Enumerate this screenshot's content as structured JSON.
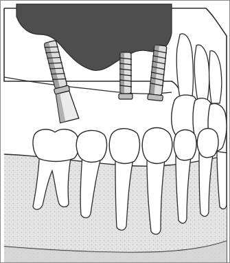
{
  "colors": {
    "background": "#ffffff",
    "line": "#2b2b2b",
    "sinus_fill": "#4e4e4e",
    "implant_body": "#dedede",
    "implant_shade": "#6a6a6a",
    "implant_thread": "#1e1e1e",
    "abutment_fill": "#ececec",
    "jaw_shade": "#d2d2d2",
    "enamel": "#ffffff"
  },
  "figure": {
    "subject": "dental-implant-illustration",
    "implants_count": 3,
    "implants": [
      {
        "name": "implant-with-abutment",
        "has_abutment": true
      },
      {
        "name": "implant-short",
        "has_abutment": false
      },
      {
        "name": "implant-long",
        "has_abutment": false
      }
    ]
  }
}
